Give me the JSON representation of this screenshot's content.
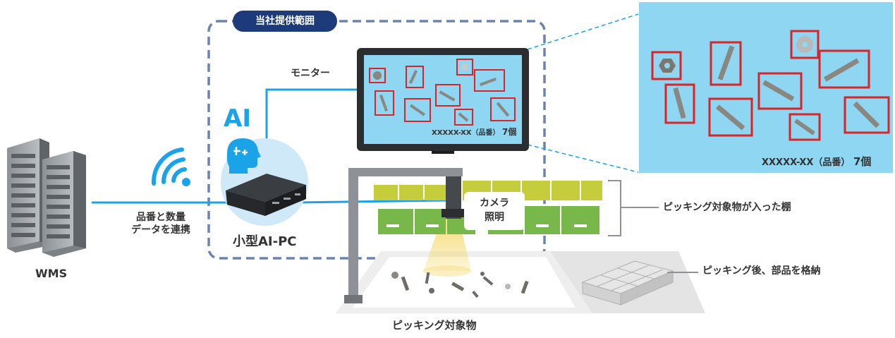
{
  "scope_badge": "当社提供範囲",
  "labels": {
    "monitor": "モニター",
    "ai": "AI",
    "mini_pc": "小型AI-PC",
    "data_link_line1": "品番と数量",
    "data_link_line2": "データを連携",
    "wms": "WMS",
    "camera_line1": "カメラ",
    "camera_line2": "照明",
    "shelf": "ピッキング対象物が入った棚",
    "after_picking": "ピッキング後、部品を格納",
    "picking_objects": "ピッキング対象物"
  },
  "monitor_caption": {
    "code": "XXXXX-XX（品番）",
    "count": "7個"
  },
  "zoom_caption": {
    "code": "XXXXX-XX（品番）",
    "count": "7個"
  },
  "colors": {
    "scope_border": "#6b84ad",
    "badge": "#1d3a7a",
    "link_line": "#1aa3e8",
    "screen_bg": "#8ed6f2",
    "detection_box": "#d6262a",
    "bin_yellow": "#c6cd3c",
    "bin_green": "#78b84a",
    "light_cone": "#f4d96a"
  },
  "icons": [
    "server-rack-icon",
    "wifi-signal-icon",
    "ai-brain-head-icon",
    "mini-pc-icon",
    "camera-icon",
    "screw-icon",
    "nut-icon",
    "washer-icon",
    "parts-tray-icon"
  ]
}
